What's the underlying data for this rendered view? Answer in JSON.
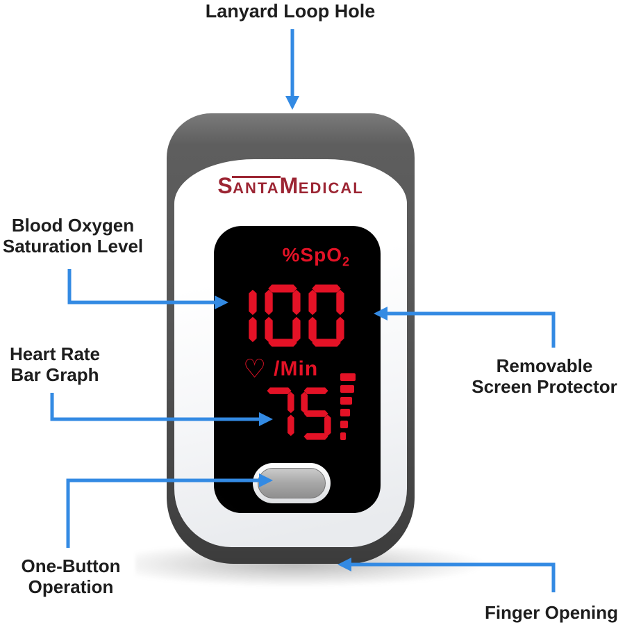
{
  "labels": {
    "lanyard": "Lanyard Loop Hole",
    "blood_oxygen_line1": "Blood Oxygen",
    "blood_oxygen_line2": "Saturation Level",
    "heart_rate_line1": "Heart Rate",
    "heart_rate_line2": "Bar Graph",
    "one_button_line1": "One-Button",
    "one_button_line2": "Operation",
    "removable_line1": "Removable",
    "removable_line2": "Screen Protector",
    "finger": "Finger Opening"
  },
  "device": {
    "brand": {
      "full": "SantaMedical",
      "part1": "S",
      "part2": "ANTA",
      "part3": "M",
      "part4": "EDICAL"
    },
    "display": {
      "spo2_label": "%SpO",
      "spo2_label_sub": "2",
      "spo2_value": "100",
      "heart_icon_glyph": "♡",
      "pulse_unit": "/Min",
      "pulse_value": "75",
      "bar_graph_segment_widths": [
        22,
        20,
        17,
        14,
        11,
        8
      ]
    }
  },
  "colors": {
    "arrow_blue": "#338ae3",
    "led_red": "#e41226",
    "brand_red": "#9c2533",
    "label_text": "#1d1d1d",
    "shell_gray": "#4a4a4a",
    "face_white": "#ffffff",
    "button_gray": "#9d9d9d",
    "screen_black": "#060606"
  }
}
